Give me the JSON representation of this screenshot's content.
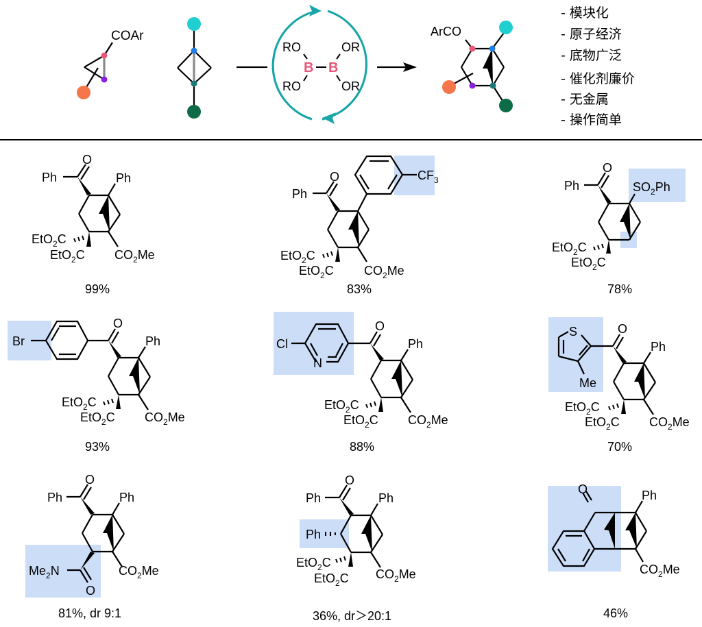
{
  "scheme": {
    "reactant1_label": "COAr",
    "catalyst": {
      "ro_tl": "RO",
      "or_tr": "OR",
      "ro_bl": "RO",
      "or_br": "OR",
      "boron": "B"
    },
    "product_label": "ArCO",
    "colors": {
      "orange": "#F4764A",
      "pink": "#E8587A",
      "purple": "#8A1FE0",
      "cyan": "#20CFD0",
      "blue": "#1E7FE8",
      "teal": "#1A7A78",
      "dark_green": "#0E6B47",
      "cycle": "#1AA5A8",
      "highlight": "#CCDDF8"
    }
  },
  "advantages": [
    "- 模块化",
    "- 原子经济",
    "- 底物广泛",
    "- 催化剂廉价",
    "- 无金属",
    "-  操作简单"
  ],
  "products": [
    {
      "yield": "99%",
      "labels": {
        "acyl": "Ph",
        "o": "O",
        "top": "Ph",
        "e1": "EtO",
        "e1s": "2",
        "e1c": "C",
        "e2": "EtO",
        "e2s": "2",
        "e2c": "C",
        "co": "CO",
        "cos": "2",
        "me": "Me"
      }
    },
    {
      "yield": "83%",
      "labels": {
        "acyl": "Ph",
        "o": "O",
        "cf": "CF",
        "cfs": "3",
        "e1": "EtO",
        "e1s": "2",
        "e1c": "C",
        "e2": "EtO",
        "e2s": "2",
        "e2c": "C",
        "co": "CO",
        "cos": "2",
        "me": "Me"
      }
    },
    {
      "yield": "78%",
      "labels": {
        "acyl": "Ph",
        "o": "O",
        "so": "SO",
        "sos": "2",
        "sph": "Ph",
        "e1": "EtO",
        "e1s": "2",
        "e1c": "C",
        "e2": "EtO",
        "e2s": "2",
        "e2c": "C"
      }
    },
    {
      "yield": "93%",
      "labels": {
        "br": "Br",
        "o": "O",
        "top": "Ph",
        "e1": "EtO",
        "e1s": "2",
        "e1c": "C",
        "e2": "EtO",
        "e2s": "2",
        "e2c": "C",
        "co": "CO",
        "cos": "2",
        "me": "Me"
      }
    },
    {
      "yield": "88%",
      "labels": {
        "cl": "Cl",
        "n": "N",
        "o": "O",
        "top": "Ph",
        "e1": "EtO",
        "e1s": "2",
        "e1c": "C",
        "e2": "EtO",
        "e2s": "2",
        "e2c": "C",
        "co": "CO",
        "cos": "2",
        "me": "Me"
      }
    },
    {
      "yield": "70%",
      "labels": {
        "s": "S",
        "me3": "Me",
        "o": "O",
        "top": "Ph",
        "e1": "EtO",
        "e1s": "2",
        "e1c": "C",
        "e2": "EtO",
        "e2s": "2",
        "e2c": "C",
        "co": "CO",
        "cos": "2",
        "me": "Me"
      }
    },
    {
      "yield": "81%,  dr 9:1",
      "labels": {
        "acyl": "Ph",
        "o": "O",
        "top": "Ph",
        "me2": "Me",
        "me2s": "2",
        "me2n": "N",
        "o2": "O",
        "co": "CO",
        "cos": "2",
        "me": "Me"
      }
    },
    {
      "yield": "36%, dr＞20:1",
      "labels": {
        "acyl": "Ph",
        "o": "O",
        "top": "Ph",
        "ph2": "Ph",
        "e1": "EtO",
        "e1s": "2",
        "e1c": "C",
        "e2": "EtO",
        "e2s": "2",
        "e2c": "C",
        "co": "CO",
        "cos": "2",
        "me": "Me"
      }
    },
    {
      "yield": "46%",
      "labels": {
        "o": "O",
        "top": "Ph",
        "co": "CO",
        "cos": "2",
        "me": "Me"
      }
    }
  ]
}
